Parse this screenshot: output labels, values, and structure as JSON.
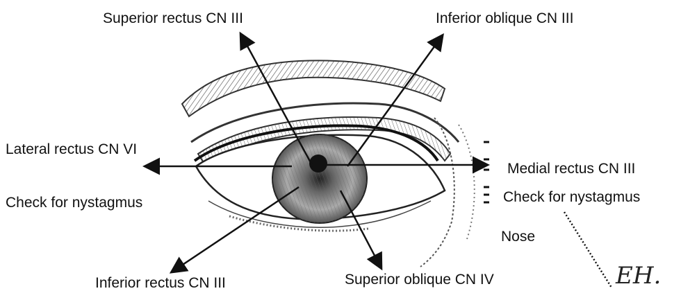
{
  "labels": {
    "superior_rectus": "Superior rectus CN III",
    "inferior_oblique": "Inferior oblique  CN III",
    "lateral_rectus": "Lateral rectus CN VI",
    "check_nystagmus_left": "Check for nystagmus",
    "medial_rectus": "Medial rectus CN III",
    "check_nystagmus_right": "Check for nystagmus",
    "nose": "Nose",
    "inferior_rectus": "Inferior rectus CN III",
    "superior_oblique": "Superior oblique CN IV"
  },
  "colors": {
    "ink": "#111111",
    "sketch": "#333333",
    "background": "#ffffff"
  },
  "signature": "EH."
}
